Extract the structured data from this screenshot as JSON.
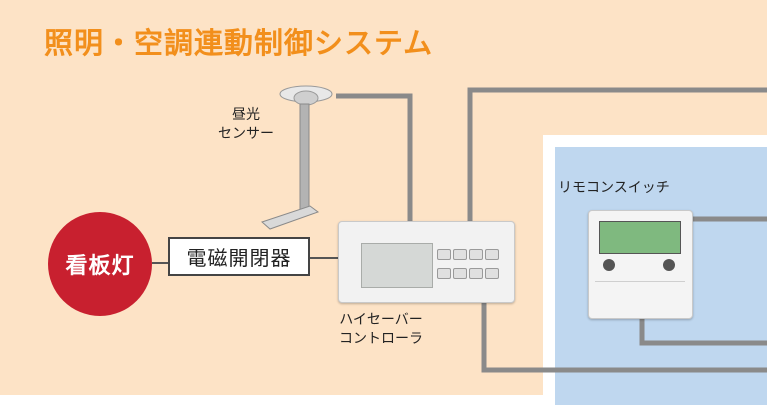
{
  "title": "照明・空調連動制御システム",
  "sensor": {
    "label_line1": "昼光",
    "label_line2": "センサー",
    "icon": "ceiling-sensor-icon"
  },
  "signboard": {
    "label": "看板灯",
    "color": "#c8202f"
  },
  "switch": {
    "label": "電磁開閉器"
  },
  "controller": {
    "label_line1": "ハイセーバー",
    "label_line2": "コントローラ"
  },
  "remote": {
    "label": "リモコンスイッチ"
  },
  "colors": {
    "title": "#f28f1c",
    "background": "#fde3c6",
    "remote_area": "#bfd7ef",
    "wire": "#8a8a8a"
  }
}
